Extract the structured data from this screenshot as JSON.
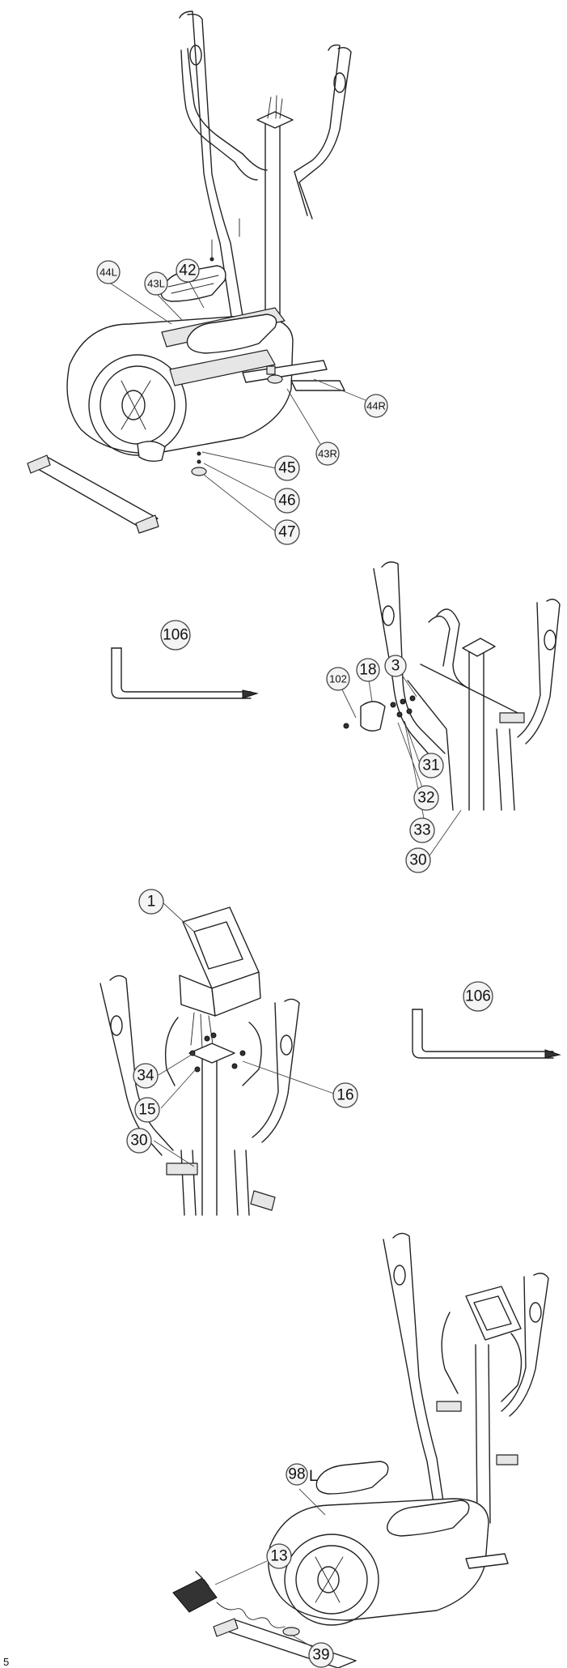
{
  "steps": [
    {
      "callouts": [
        "42",
        "43L",
        "44L",
        "44R",
        "43R",
        "45",
        "46",
        "47"
      ]
    },
    {
      "tool": "106",
      "callouts": [
        "3",
        "18",
        "102",
        "31",
        "32",
        "33",
        "30"
      ]
    },
    {
      "tool": "106",
      "callouts": [
        "1",
        "34",
        "15",
        "16",
        "30"
      ]
    },
    {
      "callouts": [
        "98",
        "13",
        "39"
      ],
      "suffix_98": "L"
    }
  ],
  "page_number": "5"
}
